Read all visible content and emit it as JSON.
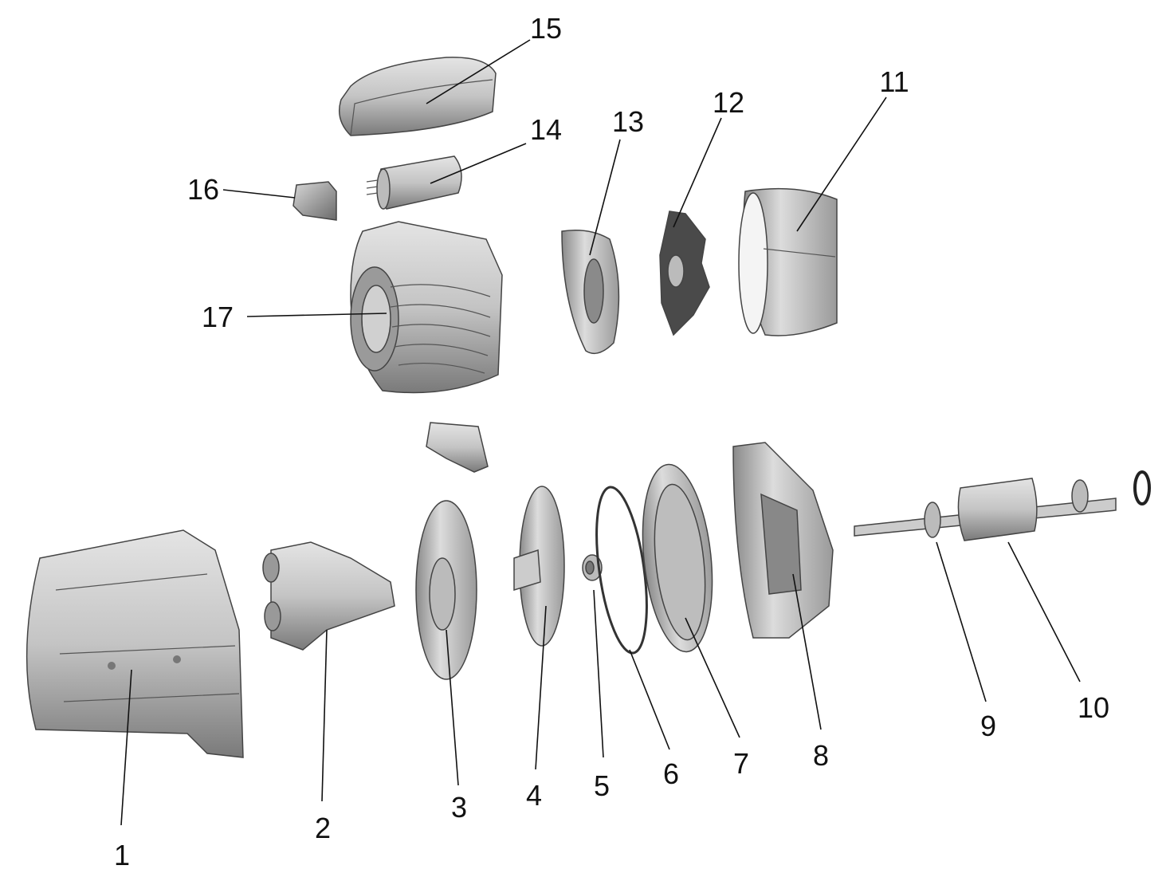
{
  "diagram": {
    "type": "exploded-parts-view",
    "labels": {
      "p1": "1",
      "p2": "2",
      "p3": "3",
      "p4": "4",
      "p5": "5",
      "p6": "6",
      "p7": "7",
      "p8": "8",
      "p9": "9",
      "p10": "10",
      "p11": "11",
      "p12": "12",
      "p13": "13",
      "p14": "14",
      "p15": "15",
      "p16": "16",
      "p17": "17"
    },
    "colors": {
      "part_light": "#d9d9d9",
      "part_mid": "#a8a8a8",
      "part_dark": "#5a5a5a",
      "ink": "#111111"
    }
  }
}
